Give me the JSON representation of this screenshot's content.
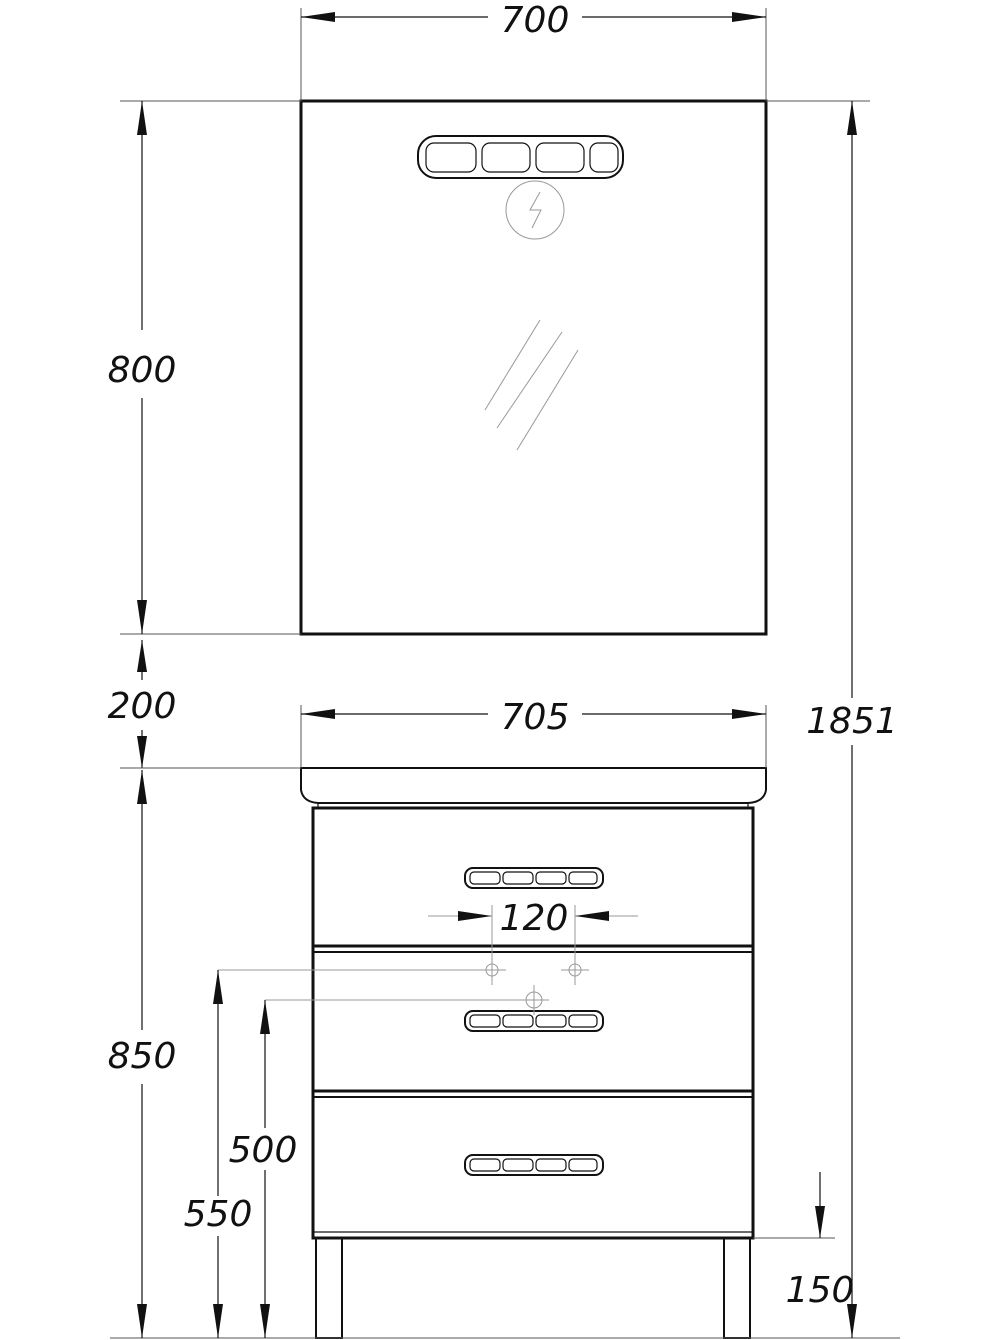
{
  "dimensions": {
    "mirror_width": "700",
    "mirror_height": "800",
    "gap": "200",
    "total_height": "1851",
    "cabinet_width": "705",
    "pipe_spacing": "120",
    "cabinet_height": "850",
    "drain_height": "500",
    "supply_height": "550",
    "leg_height": "150"
  },
  "colors": {
    "line": "#111111",
    "background": "#ffffff"
  },
  "icons": [
    "lamp-icon",
    "socket-icon",
    "handle-icon",
    "pipe-marker-icon"
  ]
}
